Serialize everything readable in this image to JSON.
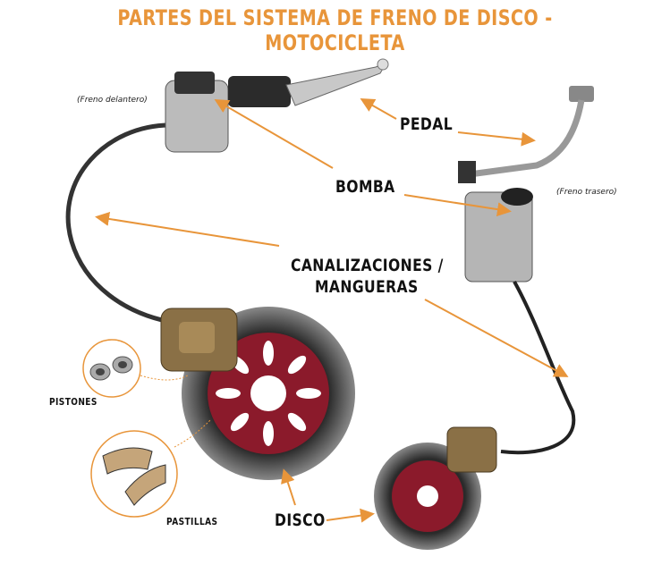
{
  "title": "PARTES DEL SISTEMA DE FRENO DE DISCO - MOTOCICLETA",
  "labels": {
    "front_brake": "(Freno delantero)",
    "rear_brake": "(Freno trasero)",
    "pedal": "PEDAL",
    "bomba": "BOMBA",
    "canalizaciones_line1": "CANALIZACIONES /",
    "canalizaciones_line2": "MANGUERAS",
    "pistones": "PISTONES",
    "pastillas": "PASTILLAS",
    "disco": "DISCO"
  },
  "colors": {
    "accent": "#E8953A",
    "disc_red": "#8B1A2B",
    "disc_dark": "#1c1c1c"
  }
}
